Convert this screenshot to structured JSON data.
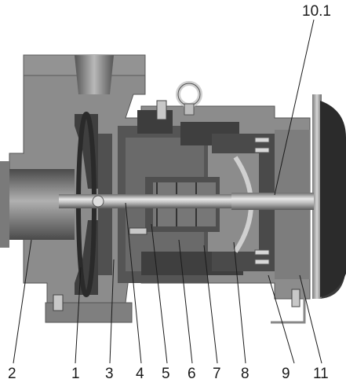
{
  "figure": {
    "subject": "cross-section of a magnetic-drive centrifugal pump",
    "colors": {
      "casing": "#8a8a8a",
      "casing_dark": "#4d4d4d",
      "metal_light": "#c9c9c9",
      "shadow": "#2b2b2b",
      "line": "#1a1a1a"
    },
    "callouts": [
      {
        "id": "2",
        "label": "2"
      },
      {
        "id": "1",
        "label": "1"
      },
      {
        "id": "3",
        "label": "3"
      },
      {
        "id": "4",
        "label": "4"
      },
      {
        "id": "5",
        "label": "5"
      },
      {
        "id": "6",
        "label": "6"
      },
      {
        "id": "7",
        "label": "7"
      },
      {
        "id": "8",
        "label": "8"
      },
      {
        "id": "9",
        "label": "9"
      },
      {
        "id": "11",
        "label": "11"
      },
      {
        "id": "10.1",
        "label": "10.1"
      }
    ]
  }
}
